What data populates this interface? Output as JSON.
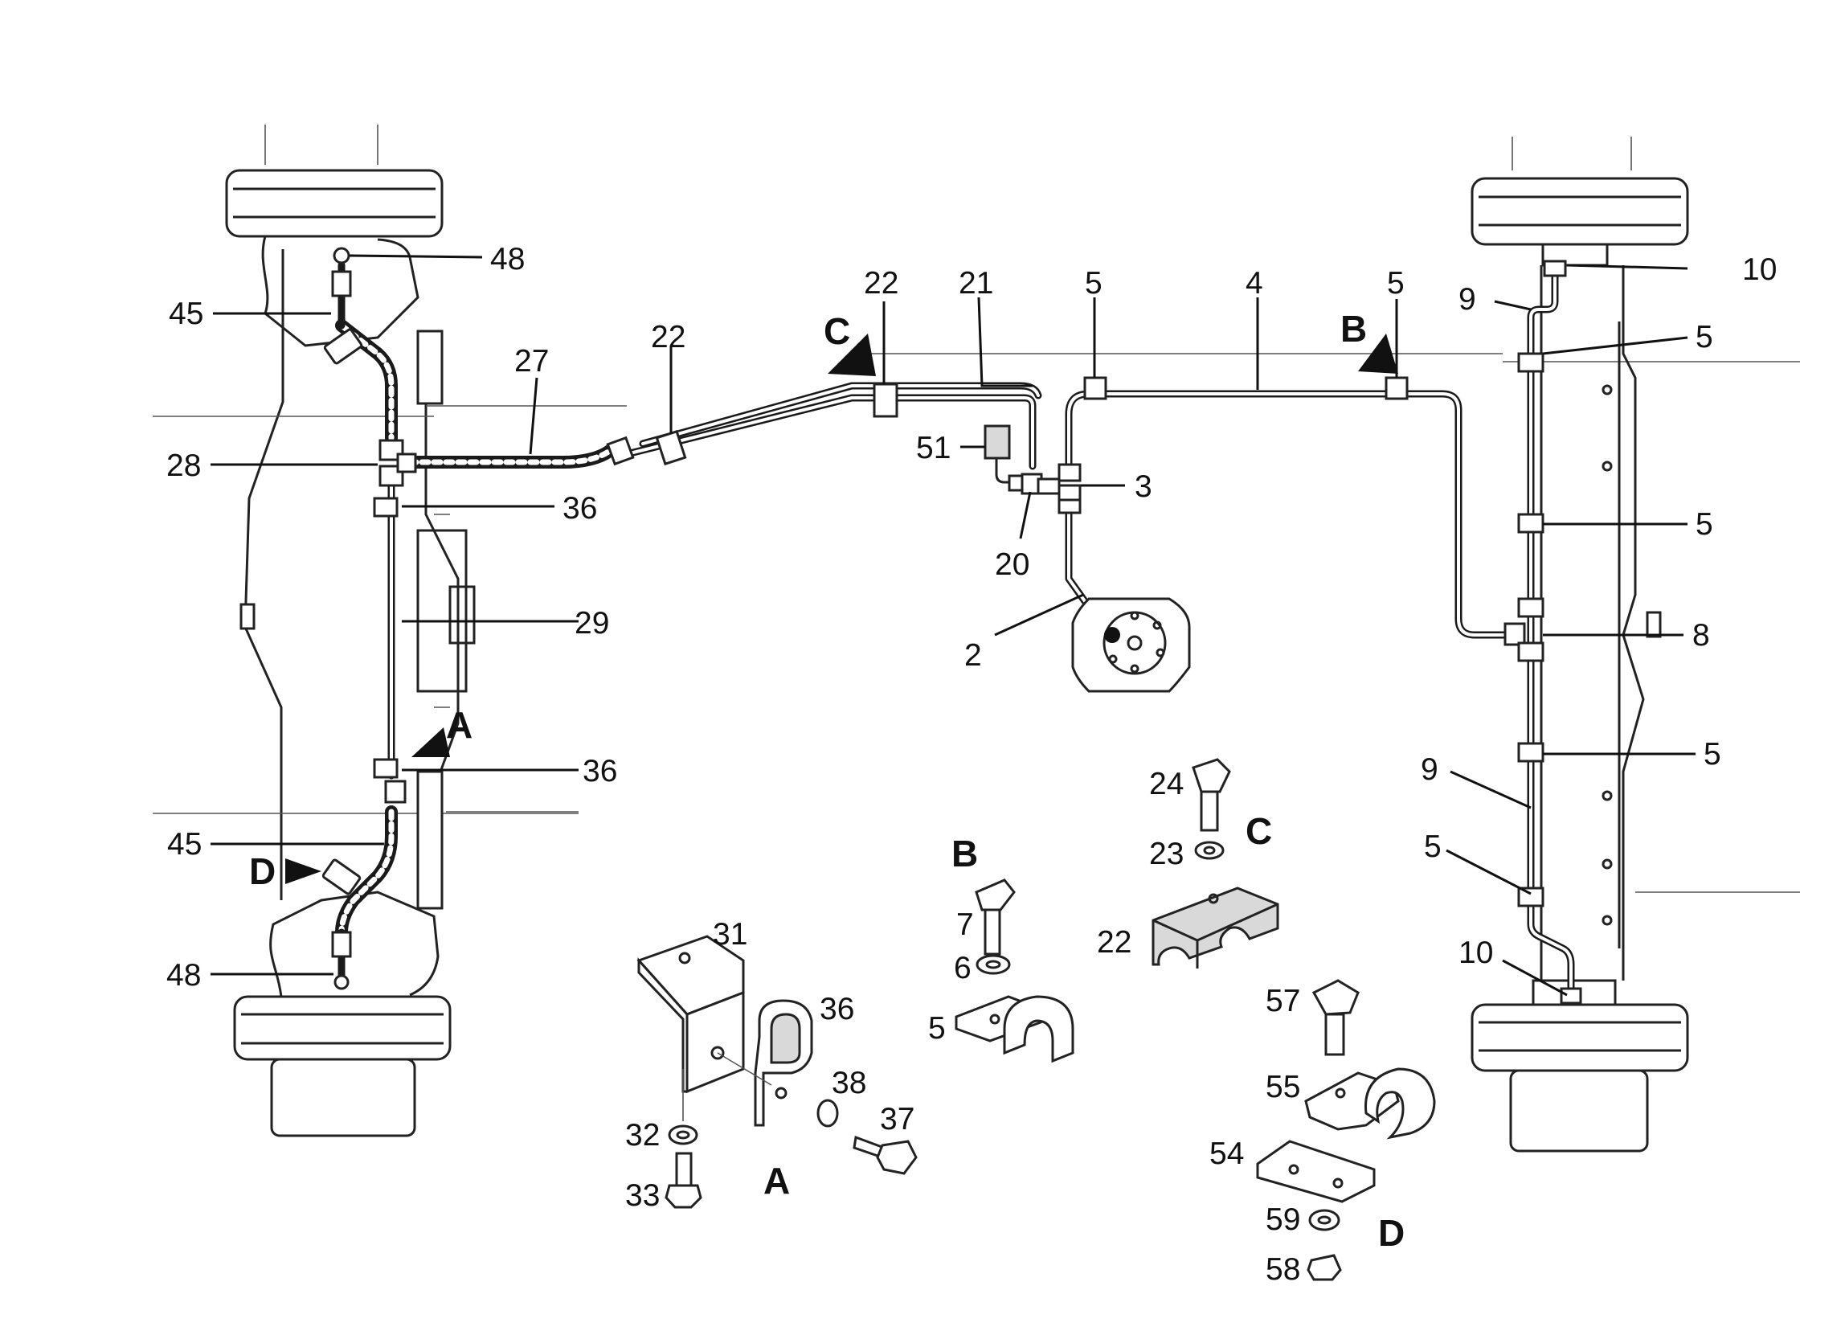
{
  "labels": {
    "l48_top": "48",
    "l45_top": "45",
    "l27": "27",
    "l28": "28",
    "l36_top": "36",
    "l29": "29",
    "l36_bot": "36",
    "l45_bot": "45",
    "l48_bot": "48",
    "l22_a": "22",
    "l22_b": "22",
    "l21": "21",
    "l5_a": "5",
    "l4": "4",
    "l5_b": "5",
    "l51": "51",
    "l3": "3",
    "l20": "20",
    "l2": "2",
    "l10_top": "10",
    "l9_top": "9",
    "l5_r1": "5",
    "l5_r2": "5",
    "l8": "8",
    "l5_r3": "5",
    "l9_bot": "9",
    "l5_r4": "5",
    "l10_bot": "10",
    "l31": "31",
    "l36_d": "36",
    "l38": "38",
    "l37": "37",
    "l32": "32",
    "l33": "33",
    "l7": "7",
    "l6": "6",
    "l5_d": "5",
    "l24": "24",
    "l23": "23",
    "l22_d": "22",
    "l57": "57",
    "l55": "55",
    "l54": "54",
    "l59": "59",
    "l58": "58"
  },
  "detail_letters": {
    "arrow_a": "A",
    "arrow_b": "B",
    "arrow_c": "C",
    "arrow_d": "D",
    "detail_a": "A",
    "detail_b": "B",
    "detail_c": "C",
    "detail_d": "D"
  }
}
